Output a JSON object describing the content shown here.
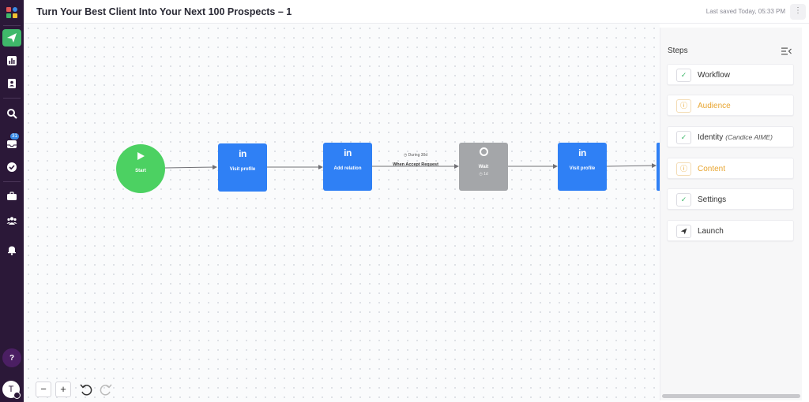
{
  "header": {
    "title": "Turn Your Best Client Into Your Next 100 Prospects – 1",
    "last_saved": "Last saved Today, 05:33 PM",
    "more_label": "⋮"
  },
  "sidebar": {
    "items": [
      {
        "icon": "apps-logo-icon"
      },
      {
        "icon": "send-icon",
        "active": true
      },
      {
        "icon": "analytics-icon"
      },
      {
        "icon": "contacts-icon"
      },
      {
        "icon": "search-icon"
      },
      {
        "icon": "inbox-icon",
        "badge": "31"
      },
      {
        "icon": "tasks-check-icon"
      },
      {
        "icon": "briefcase-icon"
      },
      {
        "icon": "team-icon"
      },
      {
        "icon": "bell-icon"
      }
    ],
    "help_label": "?",
    "avatar_initial": "T",
    "accent_color": "#3fb86a",
    "background_color": "#2b1838"
  },
  "workflow": {
    "start": {
      "label": "Start",
      "icon": "play-icon"
    },
    "nodes": [
      {
        "label": "Visit profile",
        "icon": "linkedin-icon",
        "icon_text": "in"
      },
      {
        "label": "Add relation",
        "icon": "linkedin-icon",
        "icon_text": "in"
      },
      {
        "label": "Wait",
        "icon": "timer-icon",
        "sub": "◷ 1d"
      },
      {
        "label": "Visit profile",
        "icon": "linkedin-icon",
        "icon_text": "in"
      }
    ],
    "edge_note": "◷ During 30d",
    "edge_condition": "When Accept Request",
    "node_color": "#2f80f5",
    "start_color": "#4cd162",
    "wait_color": "#a4a6a9"
  },
  "toolbar": {
    "zoom_out": "−",
    "zoom_in": "+"
  },
  "steps_panel": {
    "title": "Steps",
    "steps": [
      {
        "label": "Workflow",
        "status": "done",
        "icon_text": "✓"
      },
      {
        "label": "Audience",
        "status": "pending",
        "icon_text": "ⓘ"
      },
      {
        "label": "Identity",
        "extra": "(Candice AIME)",
        "status": "done",
        "icon_text": "✓"
      },
      {
        "label": "Content",
        "status": "pending",
        "icon_text": "ⓘ"
      },
      {
        "label": "Settings",
        "status": "done",
        "icon_text": "✓"
      },
      {
        "label": "Launch",
        "status": "action",
        "icon": "send-icon"
      }
    ],
    "done_color": "#3fb86a",
    "pending_color": "#e8a530"
  }
}
